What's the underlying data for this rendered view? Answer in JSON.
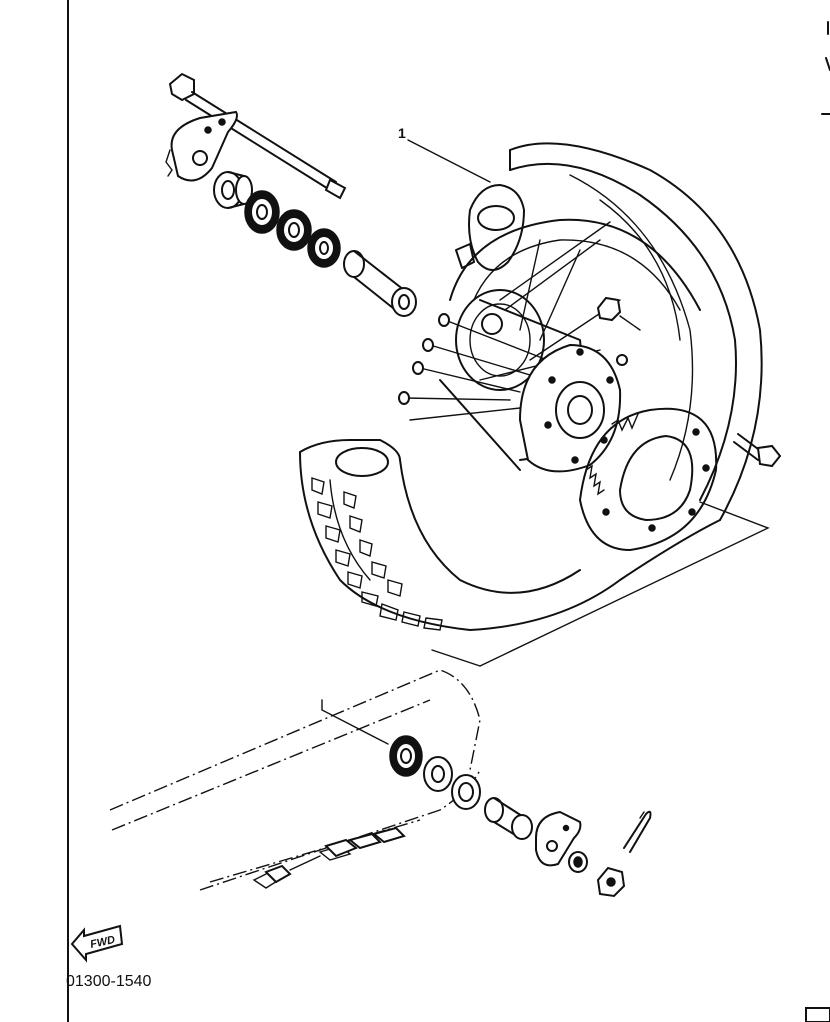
{
  "diagram": {
    "part_code": "01300-1540",
    "callout_number": "1",
    "fwd_label": "FWD"
  }
}
